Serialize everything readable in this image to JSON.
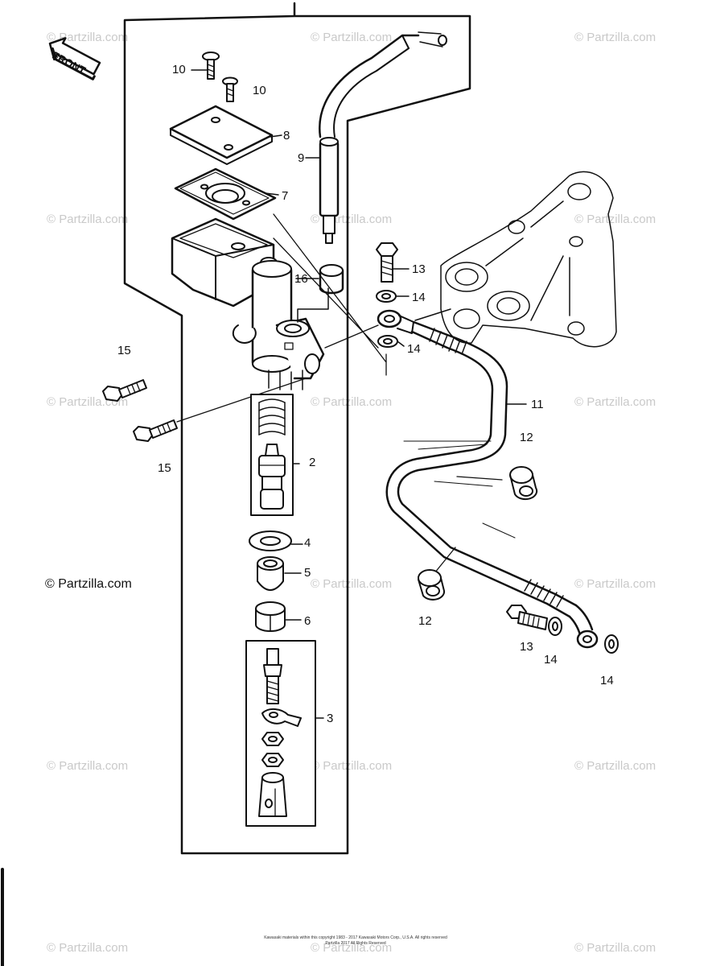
{
  "watermark_text": "© Partzilla.com",
  "copyright_text": "© Partzilla.com",
  "front_arrow_label": "FRONT",
  "footer_lines": [
    "Kawasaki materials within this copyright 1983 - 2017 Kawasaki Motors Corp., U.S.A. All rights reserved",
    "Partzilla 2017 All Rights Reserved"
  ],
  "callouts": [
    "10",
    "10",
    "8",
    "9",
    "7",
    "16",
    "15",
    "15",
    "2",
    "4",
    "5",
    "6",
    "3",
    "13",
    "14",
    "14",
    "11",
    "12",
    "12",
    "13",
    "14",
    "14"
  ],
  "colors": {
    "line": "#111111",
    "watermark": "#c9c9c9",
    "background": "#ffffff"
  }
}
